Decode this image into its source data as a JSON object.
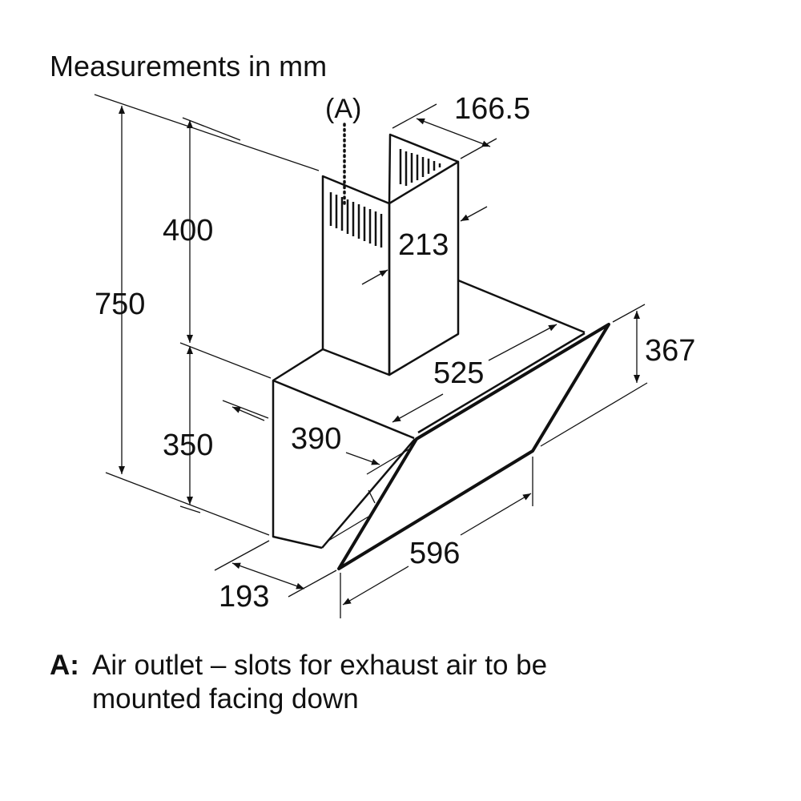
{
  "title": "Measurements in mm",
  "label_a": "(A)",
  "dimensions": {
    "total_height": "750",
    "chimney_height": "400",
    "body_height": "350",
    "chimney_width": "166.5",
    "chimney_depth": "213",
    "body_width": "525",
    "body_depth": "390",
    "glass_height": "367",
    "glass_width": "596",
    "bottom_depth": "193"
  },
  "legend": {
    "key": "A:",
    "line1": "Air outlet – slots for exhaust air to be",
    "line2": "mounted facing down"
  }
}
